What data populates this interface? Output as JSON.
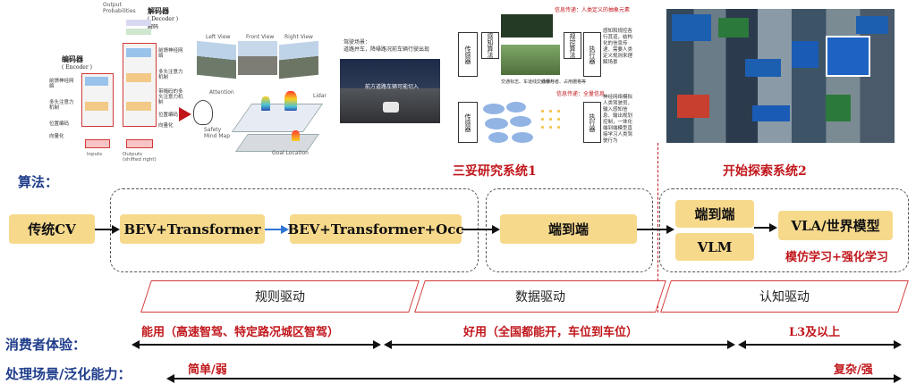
{
  "figures": {
    "transformer": {
      "encoder_label": "编码器",
      "encoder_en": "( Encoder )",
      "decoder_label": "解码器",
      "decoder_en": "( Decoder )",
      "decoder_sub": "解码",
      "top_label": "Output Probabilities",
      "left_notes": [
        "前馈神经网络",
        "多头注意力机制",
        "位置编码",
        "向量化"
      ],
      "right_notes": [
        "前馈神经网络",
        "多头注意力机制",
        "带掩码的多头注意力机制",
        "位置编码",
        "向量化"
      ],
      "bottom_inputs": "Inputs",
      "bottom_outputs": "Outputs (shifted right)"
    },
    "bev": {
      "views": [
        "Left View",
        "Front View",
        "Right View"
      ],
      "attention_label": "Attention",
      "lidar_label": "Lidar",
      "mind_map_label": "Safety Mind Map",
      "goal_label": "Goal Location"
    },
    "scene": {
      "caption": "驾驶场景：\n道路并车，降噪路况前车辆行驶出现",
      "overlay": "前方道路车辆可能切入"
    },
    "system_flow": {
      "top_note": "信息传递：人类定义的抽象元素",
      "mid_note": "信息传递：全量信息",
      "left_box": "传感器",
      "box_a": "感知算法",
      "box_b": "规控算法",
      "box_c": "执行器",
      "caption_a": "交通标志、车道线、红绿灯",
      "caption_b": "交通参与者、占用栅格等",
      "right_note_top": "感知和规控各行其道，结构化的信息传递、需要人类定义规则来理解场景",
      "right_note_bottom": "神经网络模拟人类驾驶员，输入感知信息、输出规划控制，一体化端到端模型直接学习人类驾驶行为"
    }
  },
  "section_labels": {
    "algorithm": "算法：",
    "consumer": "消费者体验：",
    "scenario": "处理场景/泛化能力："
  },
  "red_titles": {
    "system1": "三妥研究系统1",
    "system2": "开始探索系统2"
  },
  "boxes": {
    "cv": "传统CV",
    "bev_transformer": "BEV+Transformer",
    "bev_transformer_occ": "BEV+Transformer+Occ",
    "e2e": "端到端",
    "e2e_2": "端到端",
    "vlm": "VLM",
    "vla": "VLA/世界模型"
  },
  "notes": {
    "vla_sub": "模仿学习+强化学习"
  },
  "drivers": [
    "规则驱动",
    "数据驱动",
    "认知驱动"
  ],
  "consumer_stages": [
    "能用（高速智驾、特定路况城区智驾）",
    "好用（全国都能开，车位到车位）",
    "L3及以上"
  ],
  "scenario_ends": [
    "简单/弱",
    "复杂/强"
  ],
  "colors": {
    "box": "#f7d98c",
    "section_blue": "#1f3d8a",
    "accent_red": "#c0161b",
    "arrow_blue": "#2e75d6"
  }
}
